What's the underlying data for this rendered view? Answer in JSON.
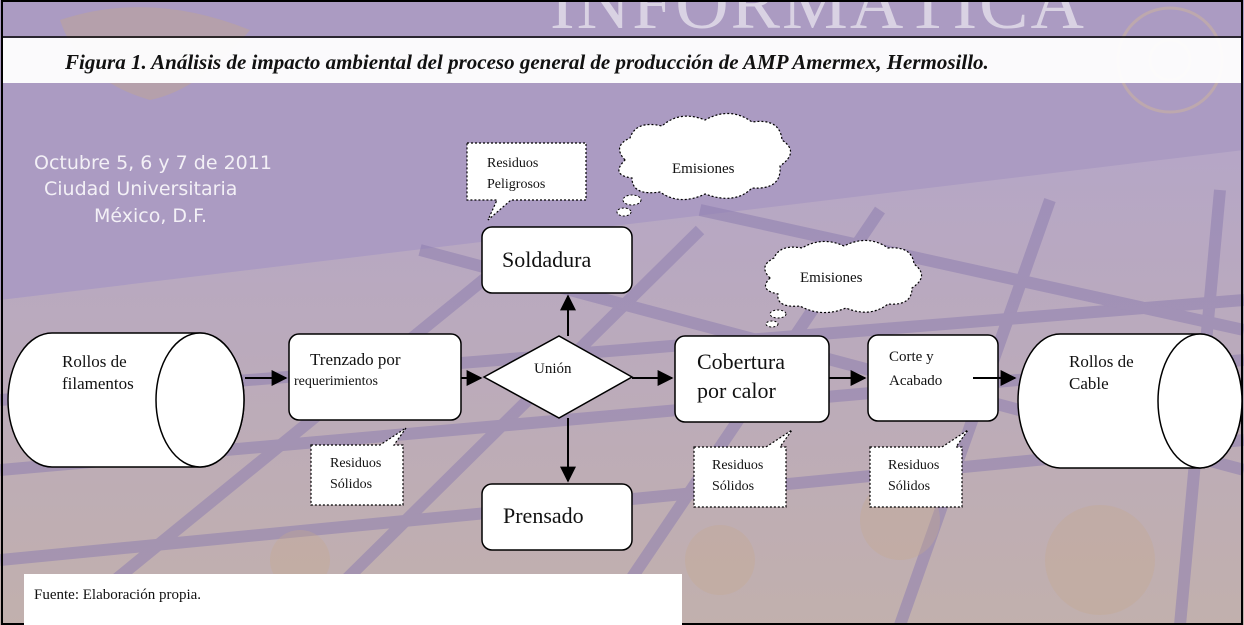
{
  "caption": "Figura 1. Análisis de impacto ambiental del proceso general de producción  de AMP Amermex, Hermosillo.",
  "watermark": {
    "title": "INFORMÁTICA",
    "venue_line1": "Octubre 5, 6 y 7 de 2011",
    "venue_line2": "Ciudad Universitaria",
    "venue_line3": "México, D.F."
  },
  "nodes": {
    "rollos_filamentos": {
      "line1": "Rollos de",
      "line2": "filamentos"
    },
    "trenzado": {
      "line1": "Trenzado  por",
      "line2": "requerimientos"
    },
    "union": "Unión",
    "soldadura": "Soldadura",
    "prensado": "Prensado",
    "cobertura": {
      "line1": "Cobertura",
      "line2": "por calor"
    },
    "corte": {
      "line1": "Corte y",
      "line2": "Acabado"
    },
    "rollos_cable": {
      "line1": "Rollos de",
      "line2": "Cable"
    }
  },
  "callouts": {
    "residuos_peligrosos": {
      "line1": "Residuos",
      "line2": "Peligrosos"
    },
    "emisiones_1": "Emisiones",
    "emisiones_2": "Emisiones",
    "residuos_solidos_1": {
      "line1": "Residuos",
      "line2": "Sólidos"
    },
    "residuos_solidos_2": {
      "line1": "Residuos",
      "line2": "Sólidos"
    },
    "residuos_solidos_3": {
      "line1": "Residuos",
      "line2": "Sólidos"
    }
  },
  "source": "Fuente: Elaboración  propia.",
  "colors": {
    "background_purple": "#a997bf",
    "stroke": "#000000",
    "node_fill": "#ffffff"
  }
}
